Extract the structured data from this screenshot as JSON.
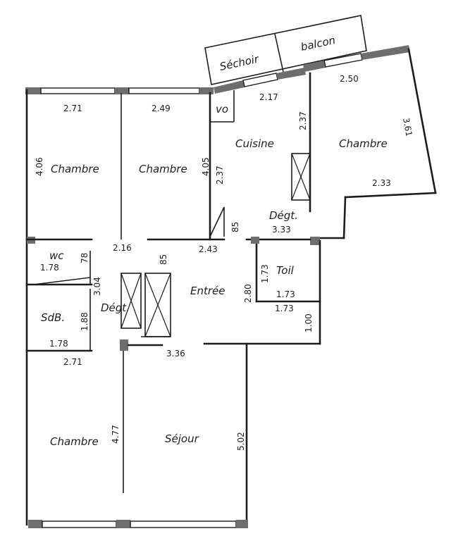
{
  "rooms": {
    "sechoir": "Séchoir",
    "balcon": "balcon",
    "vo": "vo",
    "cuisine": "Cuisine",
    "chambre_ne": "Chambre",
    "chambre_nw": "Chambre",
    "chambre_n": "Chambre",
    "degt_n": "Dégt.",
    "wc": "wc",
    "toil": "Toil",
    "entree": "Entrée",
    "sdb": "SdB.",
    "degt_w": "Dégt.",
    "chambre_sw": "Chambre",
    "sejour": "Séjour"
  },
  "dimensions": {
    "d_271_top": "2.71",
    "d_249": "2.49",
    "d_406": "4.06",
    "d_405": "4.05",
    "d_237_left": "2.37",
    "d_217": "2.17",
    "d_237_right": "2.37",
    "d_250": "2.50",
    "d_361": "3.61",
    "d_233": "2.33",
    "d_85_top": "85",
    "d_333": "3.33",
    "d_216": "2.16",
    "d_243": "2.43",
    "d_85_mid": "85",
    "d_178_wc": "1.78",
    "d_78": "78",
    "d_173_v": "1.73",
    "d_304": "3.04",
    "d_280": "2.80",
    "d_173_a": "1.73",
    "d_173_b": "1.73",
    "d_100": "1.00",
    "d_188": "1.88",
    "d_178_sdb": "1.78",
    "d_271_bot": "2.71",
    "d_336": "3.36",
    "d_477": "4.77",
    "d_502": "5.02"
  }
}
